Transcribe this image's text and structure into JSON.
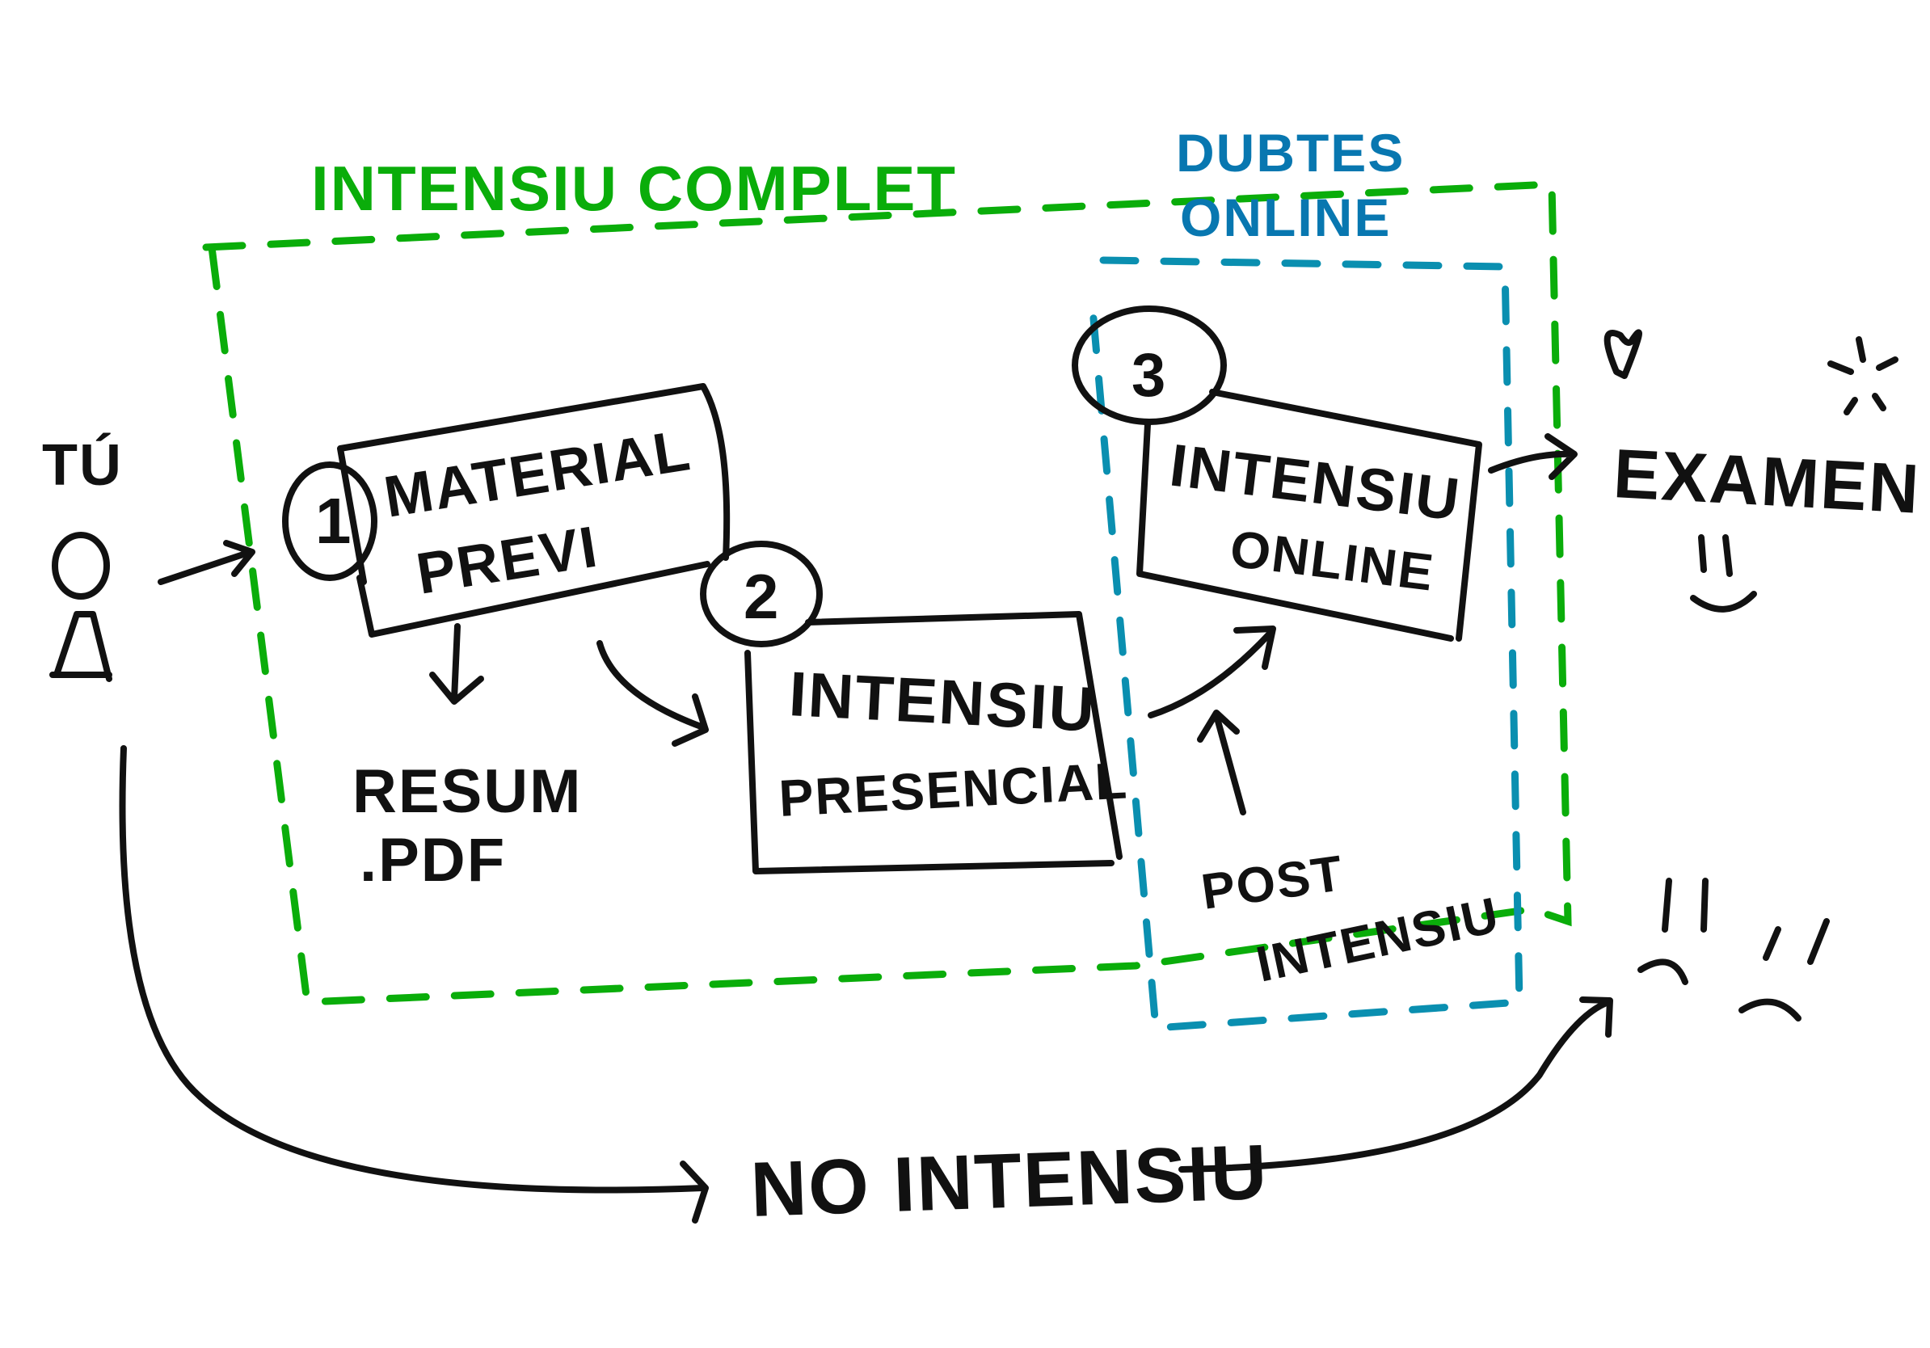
{
  "colors": {
    "green": "#0aad0a",
    "blue_text": "#0877b0",
    "blue_dash": "#0a8fb0",
    "ink": "#111111"
  },
  "group_labels": {
    "complete": "INTENSIU COMPLET",
    "online_doubts_line1": "DUBTES",
    "online_doubts_line2": "ONLINE"
  },
  "actor": {
    "label": "TÚ"
  },
  "steps": [
    {
      "number": "1",
      "line1": "MATERIAL",
      "line2": "PREVI"
    },
    {
      "number": "2",
      "line1": "INTENSIU",
      "line2": "PRESENCIAL"
    },
    {
      "number": "3",
      "line1": "INTENSIU",
      "line2": "ONLINE"
    }
  ],
  "notes": {
    "summary_line1": "RESUM",
    "summary_line2": ".PDF",
    "post_line1": "POST",
    "post_line2": "INTENSIU"
  },
  "outcome": {
    "exam": "EXAMEN",
    "no_intensive": "NO INTENSIU"
  }
}
